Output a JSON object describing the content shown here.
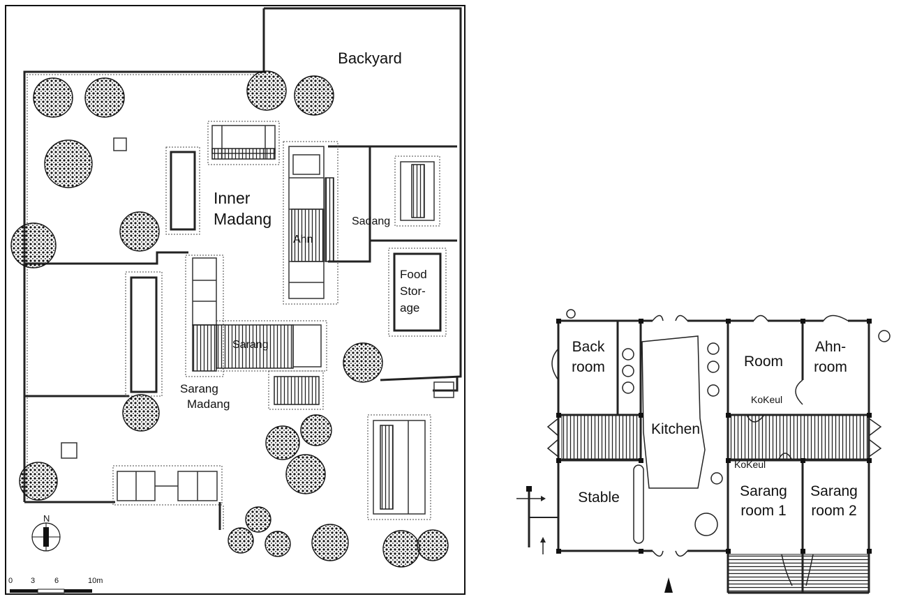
{
  "site_plan": {
    "labels": {
      "backyard": "Backyard",
      "inner_madang_1": "Inner",
      "inner_madang_2": "Madang",
      "sadang": "Sadang",
      "ahn": "Ahn",
      "food_storage_1": "Food",
      "food_storage_2": "Stor-",
      "food_storage_3": "age",
      "sarang": "Sarang",
      "sarang_madang_1": "Sarang",
      "sarang_madang_2": "Madang"
    },
    "north_label": "N",
    "scale_ticks": [
      "0",
      "3",
      "6",
      "10m"
    ]
  },
  "floor_plan": {
    "rooms": {
      "back_room_1": "Back",
      "back_room_2": "room",
      "room": "Room",
      "ahn_room_1": "Ahn-",
      "ahn_room_2": "room",
      "kitchen": "Kitchen",
      "stable": "Stable",
      "sarang_room1_1": "Sarang",
      "sarang_room1_2": "room 1",
      "sarang_room2_1": "Sarang",
      "sarang_room2_2": "room 2"
    },
    "annotations": {
      "kokeul_top": "KoKeul",
      "kokeul_bottom": "KoKeul"
    }
  }
}
